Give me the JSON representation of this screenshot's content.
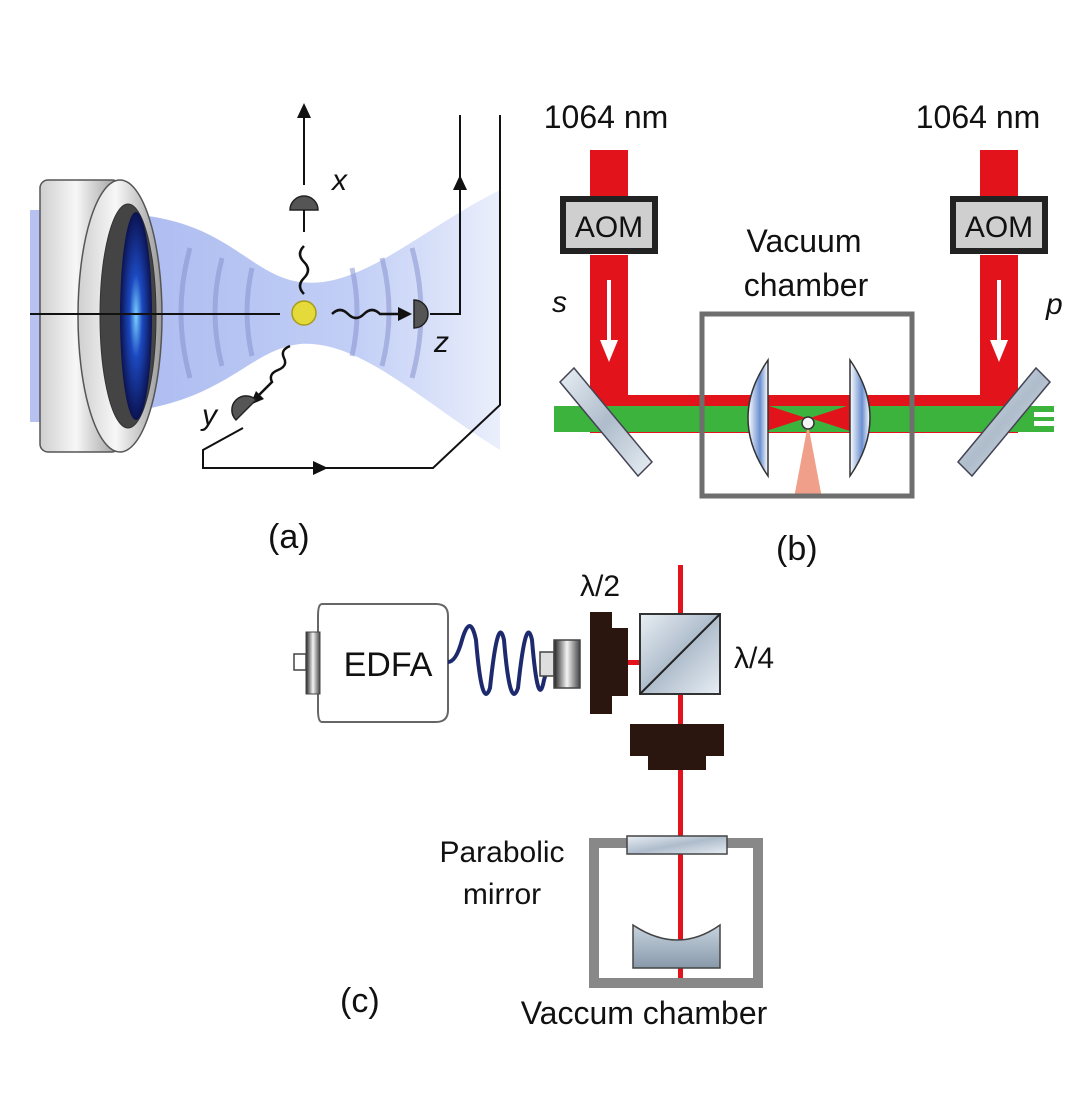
{
  "panels": {
    "a": {
      "caption": "(a)",
      "axes": {
        "x": "x",
        "y": "y",
        "z": "z"
      }
    },
    "b": {
      "caption": "(b)",
      "laser_left": "1064 nm",
      "laser_right": "1064 nm",
      "aom_left": "AOM",
      "aom_right": "AOM",
      "chamber_line1": "Vacuum",
      "chamber_line2": "chamber",
      "pol_s": "s",
      "pol_p": "p"
    },
    "c": {
      "caption": "(c)",
      "edfa": "EDFA",
      "half_wave": "λ/2",
      "quarter_wave": "λ/4",
      "mirror_line1": "Parabolic",
      "mirror_line2": "mirror",
      "chamber": "Vaccum chamber"
    }
  },
  "colors": {
    "trap_beam": "#aab8f0",
    "laser_red": "#e3131b",
    "probe_green": "#3bb33d",
    "fiber": "#1e2a6e",
    "waveplate": "#2b160f",
    "detector": "#555555",
    "particle": "#e4da3a"
  }
}
